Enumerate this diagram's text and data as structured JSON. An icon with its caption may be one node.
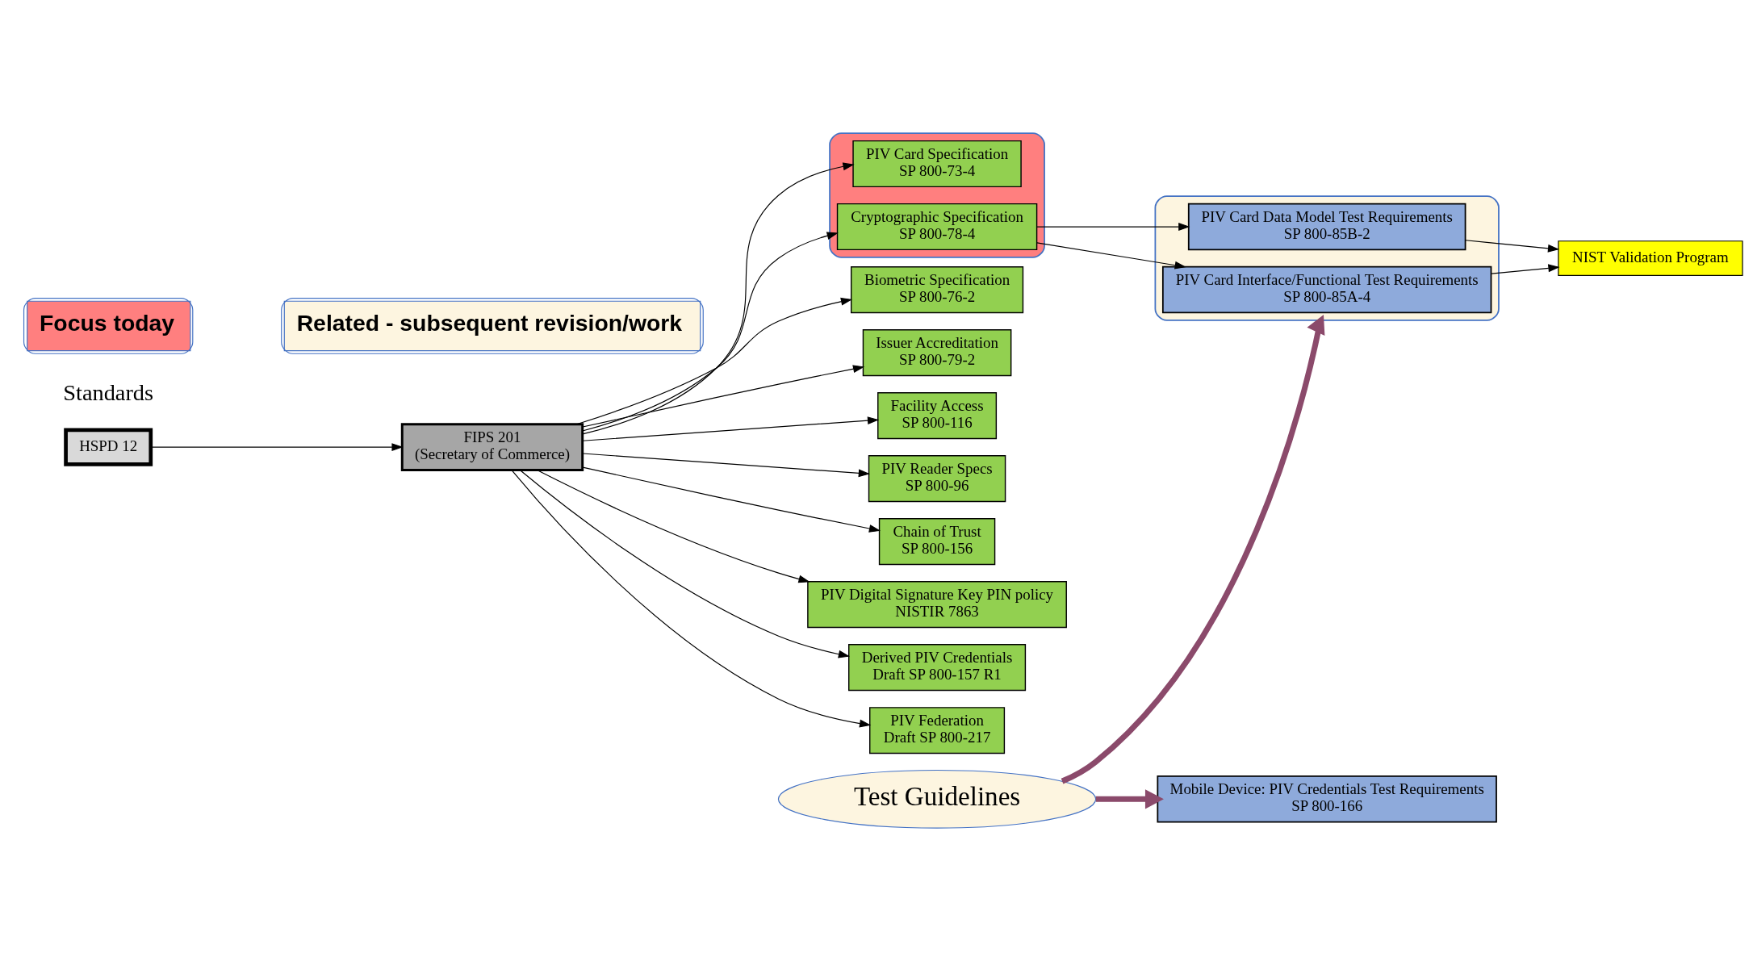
{
  "diagram": {
    "nodes": [
      {
        "text": [
          "HSPD 12"
        ]
      },
      {
        "text": [
          "FIPS 201",
          "(Secretary of Commerce)"
        ]
      },
      {
        "text": [],
        "shape": "ellipse"
      },
      {
        "text": [
          "PIV Card Specification",
          "SP 800-73-4"
        ],
        "in": 2
      },
      {
        "text": [
          "Cryptographic Specification",
          "SP 800-78-4"
        ],
        "in": 2
      },
      {
        "text": [
          "Biometric Specification",
          "SP 800-76-2"
        ]
      },
      {
        "text": [
          "Issuer Accreditation",
          "SP 800-79-2"
        ]
      },
      {
        "text": [
          "Facility Access",
          "SP 800-116"
        ]
      },
      {
        "text": [
          "PIV Reader Specs",
          "SP 800-96"
        ]
      },
      {
        "text": [
          "Chain of Trust",
          "SP 800-156"
        ]
      },
      {
        "text": [
          "PIV Digital Signature Key PIN policy",
          "NISTIR 7863"
        ]
      },
      {
        "text": [
          "Derived PIV Credentials",
          "Draft SP 800-157 R1"
        ]
      },
      {
        "text": [
          "PIV Federation",
          "Draft SP 800-217"
        ]
      },
      {
        "text": [],
        "shape": "ellipse"
      },
      {
        "text": [
          "PIV Card Interface/Functional Test Requirements",
          "SP 800-85A-4"
        ],
        "in": 13
      },
      {
        "text": [
          "PIV Card Data Model Test Requirements",
          "SP 800-85B-2"
        ],
        "in": 13
      },
      {
        "text": [
          "Test Guidelines"
        ]
      },
      {
        "text": [
          "NIST Validation Program"
        ]
      },
      {
        "text": [
          "Mobile Device: PIV Credentials Test Requirements",
          "SP 800-166"
        ]
      }
    ],
    "edges": [
      {
        "from": 0,
        "to": 1,
        "arrow": "to"
      },
      {
        "from": 1,
        "to": 3,
        "arrow": "to"
      },
      {
        "from": 1,
        "to": 4,
        "arrow": "to"
      },
      {
        "from": 1,
        "to": 5,
        "arrow": "to"
      },
      {
        "from": 1,
        "to": 6,
        "arrow": "to"
      },
      {
        "from": 1,
        "to": 7,
        "arrow": "to"
      },
      {
        "from": 1,
        "to": 8,
        "arrow": "to"
      },
      {
        "from": 1,
        "to": 9,
        "arrow": "to"
      },
      {
        "from": 1,
        "to": 10,
        "arrow": "to"
      },
      {
        "from": 1,
        "to": 11,
        "arrow": "to"
      },
      {
        "from": 1,
        "to": 12,
        "arrow": "to"
      },
      {
        "from": 4,
        "to": 14,
        "arrow": "to"
      },
      {
        "from": 4,
        "to": 15,
        "arrow": "to"
      },
      {
        "from": 14,
        "to": 17,
        "arrow": "to"
      },
      {
        "from": 15,
        "to": 17,
        "arrow": "to"
      },
      {
        "from": 16,
        "to": 13,
        "arrow": "to",
        "style": "thick",
        "color": "#8b4a6b"
      },
      {
        "from": 16,
        "to": 18,
        "arrow": "to",
        "style": "thick",
        "color": "#8b4a6b"
      }
    ],
    "labels": [
      "Standards"
    ],
    "legend": [
      {
        "text": "Focus today",
        "color": "#ff7f7f"
      },
      {
        "text": "Related - subsequent revision/work",
        "color": "#fdf5e0"
      }
    ]
  }
}
